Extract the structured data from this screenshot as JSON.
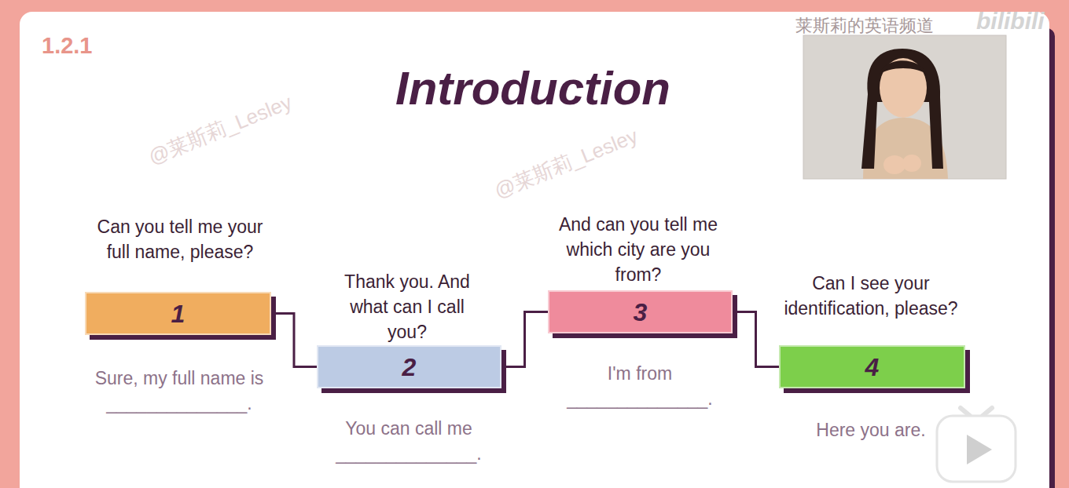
{
  "diagram": {
    "title": "Introduction",
    "nodes": [
      {
        "text": [
          "1"
        ]
      },
      {
        "text": [
          "2"
        ]
      },
      {
        "text": [
          "3"
        ]
      },
      {
        "text": [
          "4"
        ]
      }
    ],
    "edges": [
      {
        "from": 0,
        "to": 1,
        "arrow": "none"
      },
      {
        "from": 1,
        "to": 2,
        "arrow": "none"
      },
      {
        "from": 2,
        "to": 3,
        "arrow": "none"
      }
    ],
    "labels": [
      "1.2.1",
      "@莱斯莉_Lesley",
      "@莱斯莉_Lesley",
      "莱斯莉的英语频道",
      "bilibili",
      "Can you tell me your full name, please?",
      "Sure, my full name is ______________.",
      "Thank you. And what can I call you?",
      "You can call me ______________.",
      "And can you tell me which city are you from?",
      "I'm from ______________.",
      "Can I see your identification, please?",
      "Here you are."
    ]
  }
}
